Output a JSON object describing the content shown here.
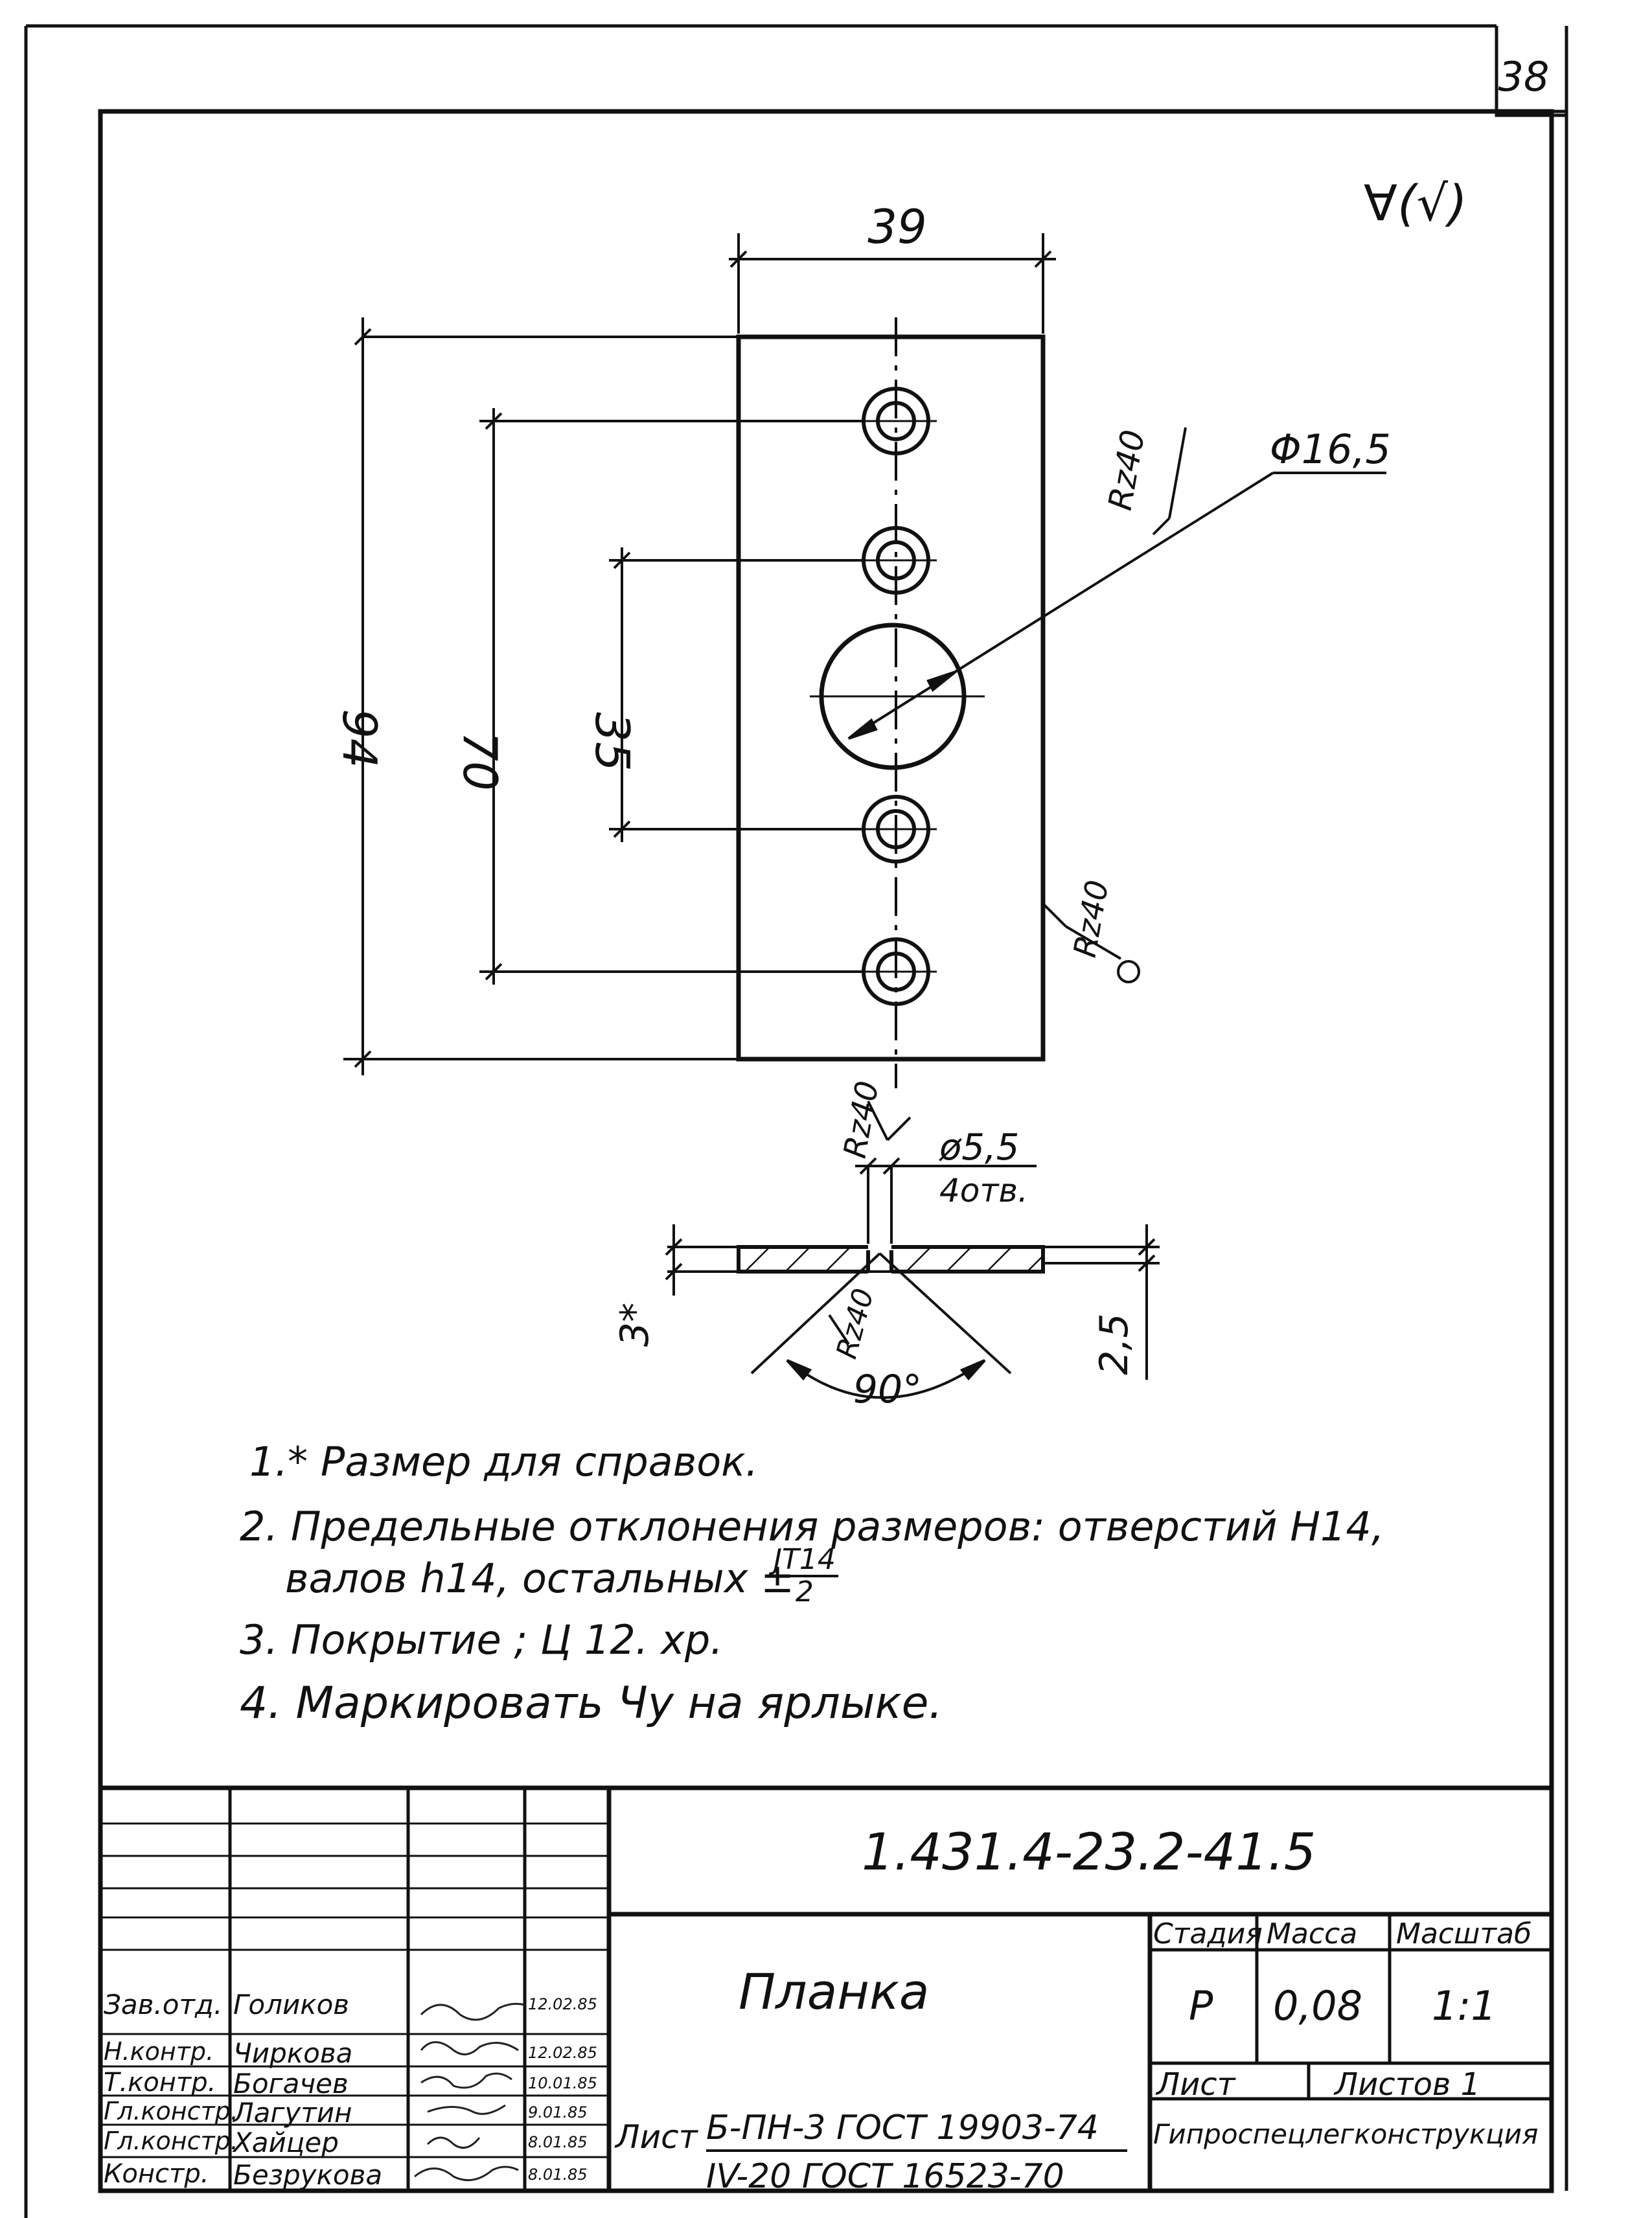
{
  "sheet_number": "38",
  "roughness_symbol": "∀(√)",
  "dimensions": {
    "width_top": "39",
    "height_total": "94",
    "height_outer_holes": "70",
    "height_inner_holes": "35",
    "big_hole": "Φ16,5",
    "small_hole": "ø5,5",
    "small_hole_count": "4отв.",
    "thickness_ref": "3*",
    "thickness_right": "2,5",
    "countersink_angle": "90°",
    "roughness_1": "Rz40",
    "roughness_2": "Rz40",
    "roughness_3": "Rz40",
    "roughness_4": "Rz40"
  },
  "notes": [
    "1.* Размер для справок.",
    "2. Предельные отклонения размеров: отверстий  H14,",
    "валов  h14,  остальных ±",
    "3. Покрытие ;  Ц 12. хр.",
    "4.  Маркировать Чу на ярлыке."
  ],
  "tolerance_fraction": {
    "numerator": "JT14",
    "denominator": "2"
  },
  "title_block": {
    "designation": "1.431.4-23.2-41.5",
    "part_name": "Планка",
    "stage_label": "Стадия",
    "mass_label": "Масса",
    "scale_label": "Масштаб",
    "stage": "Р",
    "mass": "0,08",
    "scale": "1:1",
    "sheet_label": "Лист",
    "sheets_label": "Листов 1",
    "organization": "Гипроспецлегконструкция",
    "material_label": "Лист",
    "material_line1": "Б-ПН-3 ГОСТ 19903-74",
    "material_line2": "IV-20 ГОСТ 16523-70",
    "signatures": [
      {
        "role": "Зав.отд.",
        "name": "Голиков",
        "date": "12.02.85"
      },
      {
        "role": "Н.контр.",
        "name": "Чиркова",
        "date": "12.02.85"
      },
      {
        "role": "Т.контр.",
        "name": "Богачев",
        "date": "10.01.85"
      },
      {
        "role": "Гл.констр.",
        "name": "Лагутин",
        "date": "9.01.85"
      },
      {
        "role": "Гл.констр.",
        "name": "Хайцер",
        "date": "8.01.85"
      },
      {
        "role": "Констр.",
        "name": "Безрукова",
        "date": "8.01.85"
      }
    ]
  }
}
